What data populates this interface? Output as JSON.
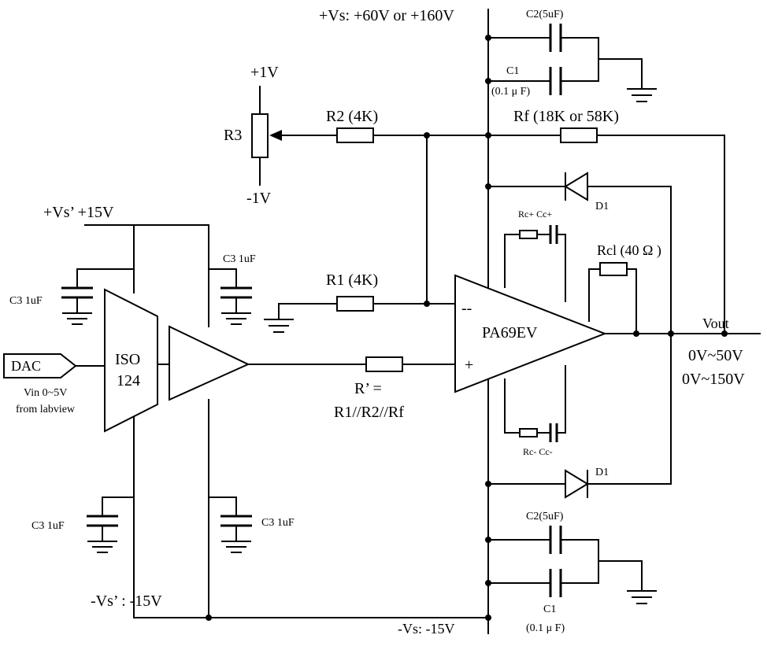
{
  "labels": {
    "vs_pos": "+Vs: +60V or +160V",
    "vs_neg": "-Vs: -15V",
    "vsp_pos": "+Vs’  +15V",
    "vsp_neg": "-Vs’ : -15V",
    "c2_top": "C2(5uF)",
    "c1_top": "C1",
    "c1_top_val": "(0.1 μ F)",
    "c2_bot": "C2(5uF)",
    "c1_bot": "C1",
    "c1_bot_val": "(0.1 μ F)",
    "r3": "R3",
    "pot_pos": "+1V",
    "pot_neg": "-1V",
    "r2": "R2 (4K)",
    "rf": "Rf (18K or 58K)",
    "r1": "R1 (4K)",
    "rprime": "R’ =",
    "rprime_val": "R1//R2//Rf",
    "d1_top": "D1",
    "d1_bot": "D1",
    "rc_top": "Rc+ Cc+",
    "rc_bot": "Rc- Cc-",
    "rcl": "Rcl (40 Ω )",
    "opamp": "PA69EV",
    "minus": "--",
    "plus": "+",
    "vout": "Vout",
    "out_range_1": "0V~50V",
    "out_range_2": "0V~150V",
    "dac": "DAC",
    "vin_1": "Vin 0~5V",
    "vin_2": "from labview",
    "iso_1": "ISO",
    "iso_2": "124",
    "c3_a": "C3 1uF",
    "c3_b": "C3 1uF",
    "c3_c": "C3 1uF",
    "c3_d": "C3 1uF"
  }
}
